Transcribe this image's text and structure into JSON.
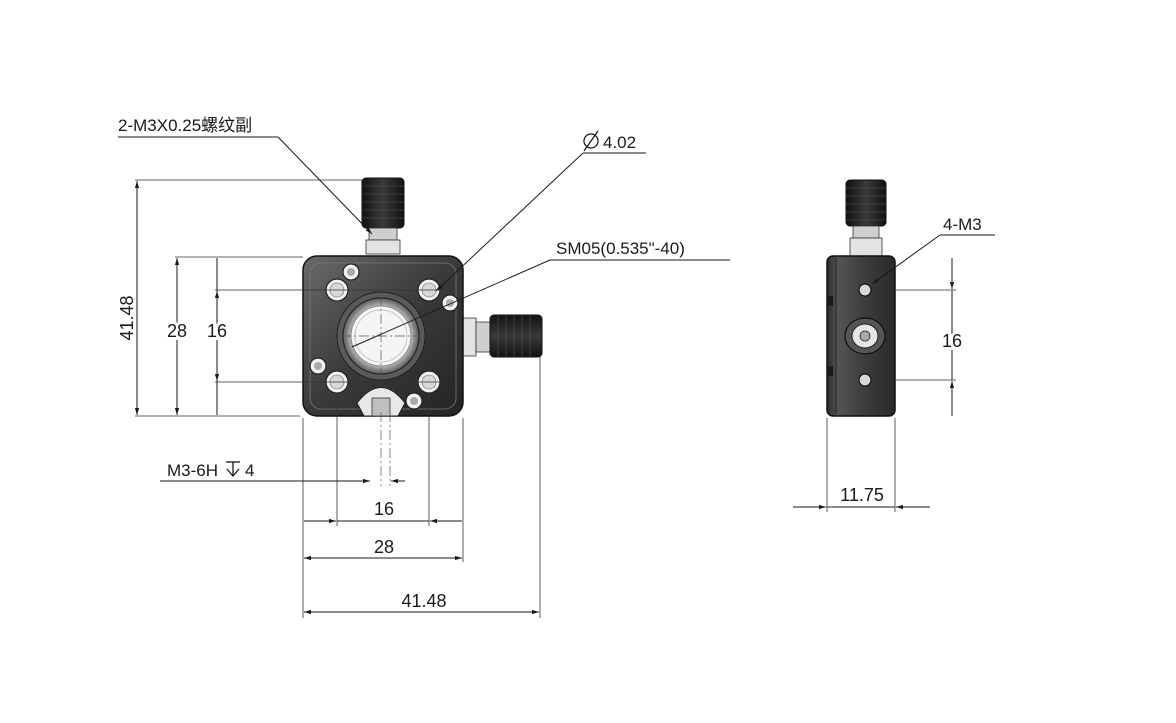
{
  "front_view": {
    "callout_thread": "2-M3X0.25螺纹副",
    "callout_hole_dia": "4.02",
    "callout_sm05": "SM05(0.535\"-40)",
    "callout_tap": "M3-6H",
    "callout_tap_depth": "4",
    "dim_height_outer": "41.48",
    "dim_height_mid": "28",
    "dim_height_inner": "16",
    "dim_width_inner": "16",
    "dim_width_mid": "28",
    "dim_width_outer": "41.48"
  },
  "side_view": {
    "callout_holes": "4-M3",
    "dim_hole_spacing": "16",
    "dim_depth": "11.75"
  },
  "colors": {
    "line": "#1a1a1a",
    "body_dark": "#2b2b2b",
    "body_face": "#4a4a4a",
    "metal_light": "#d8d8d8"
  }
}
